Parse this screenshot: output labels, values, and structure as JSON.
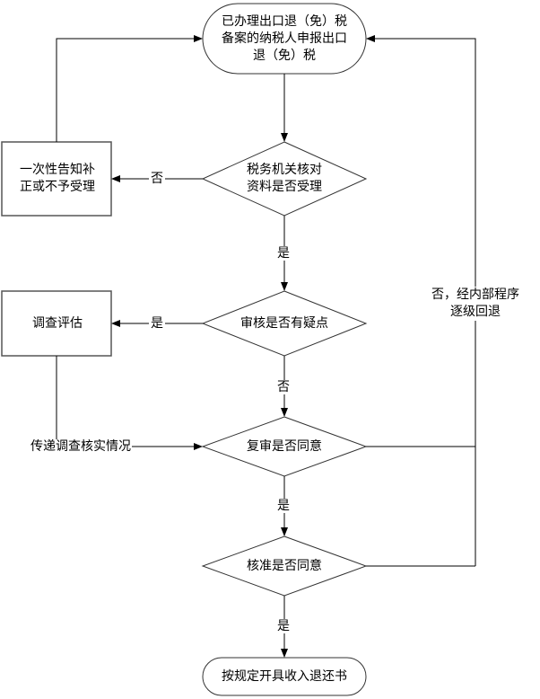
{
  "diagram": {
    "type": "flowchart",
    "colors": {
      "stroke": "#333333",
      "line": "#000000",
      "background": "#ffffff"
    },
    "nodes": {
      "start": {
        "shape": "terminator",
        "label_lines": [
          "已办理出口退（免）税",
          "备案的纳税人申报出口",
          "退（免）税"
        ]
      },
      "decision_accept": {
        "shape": "diamond",
        "label_lines": [
          "税务机关核对",
          "资料是否受理"
        ]
      },
      "reject_box": {
        "shape": "process",
        "label_lines": [
          "一次性告知补",
          "正或不予受理"
        ]
      },
      "decision_doubt": {
        "shape": "diamond",
        "label_lines": [
          "审核是否有疑点"
        ]
      },
      "investigate_box": {
        "shape": "process",
        "label_lines": [
          "调查评估"
        ]
      },
      "decision_review": {
        "shape": "diamond",
        "label_lines": [
          "复审是否同意"
        ]
      },
      "decision_approve": {
        "shape": "diamond",
        "label_lines": [
          "核准是否同意"
        ]
      },
      "end": {
        "shape": "terminator",
        "label_lines": [
          "按规定开具收入退还书"
        ]
      }
    },
    "edge_labels": {
      "accept_no": "否",
      "accept_yes": "是",
      "doubt_yes": "是",
      "doubt_no": "否",
      "investigate_result": "传递调查核实情况",
      "review_yes": "是",
      "approve_yes": "是",
      "return_line1": "否，经内部程序",
      "return_line2": "逐级回退"
    },
    "edges": [
      {
        "from": "start",
        "to": "decision_accept"
      },
      {
        "from": "decision_accept",
        "to": "reject_box",
        "label": "否"
      },
      {
        "from": "reject_box",
        "to": "start"
      },
      {
        "from": "decision_accept",
        "to": "decision_doubt",
        "label": "是"
      },
      {
        "from": "decision_doubt",
        "to": "investigate_box",
        "label": "是"
      },
      {
        "from": "decision_doubt",
        "to": "decision_review",
        "label": "否"
      },
      {
        "from": "investigate_box",
        "to": "decision_review",
        "label": "传递调查核实情况"
      },
      {
        "from": "decision_review",
        "to": "decision_approve",
        "label": "是"
      },
      {
        "from": "decision_review",
        "to": "start",
        "label": "否，经内部程序逐级回退"
      },
      {
        "from": "decision_approve",
        "to": "start",
        "label": "否，经内部程序逐级回退"
      },
      {
        "from": "decision_approve",
        "to": "end",
        "label": "是"
      }
    ]
  }
}
